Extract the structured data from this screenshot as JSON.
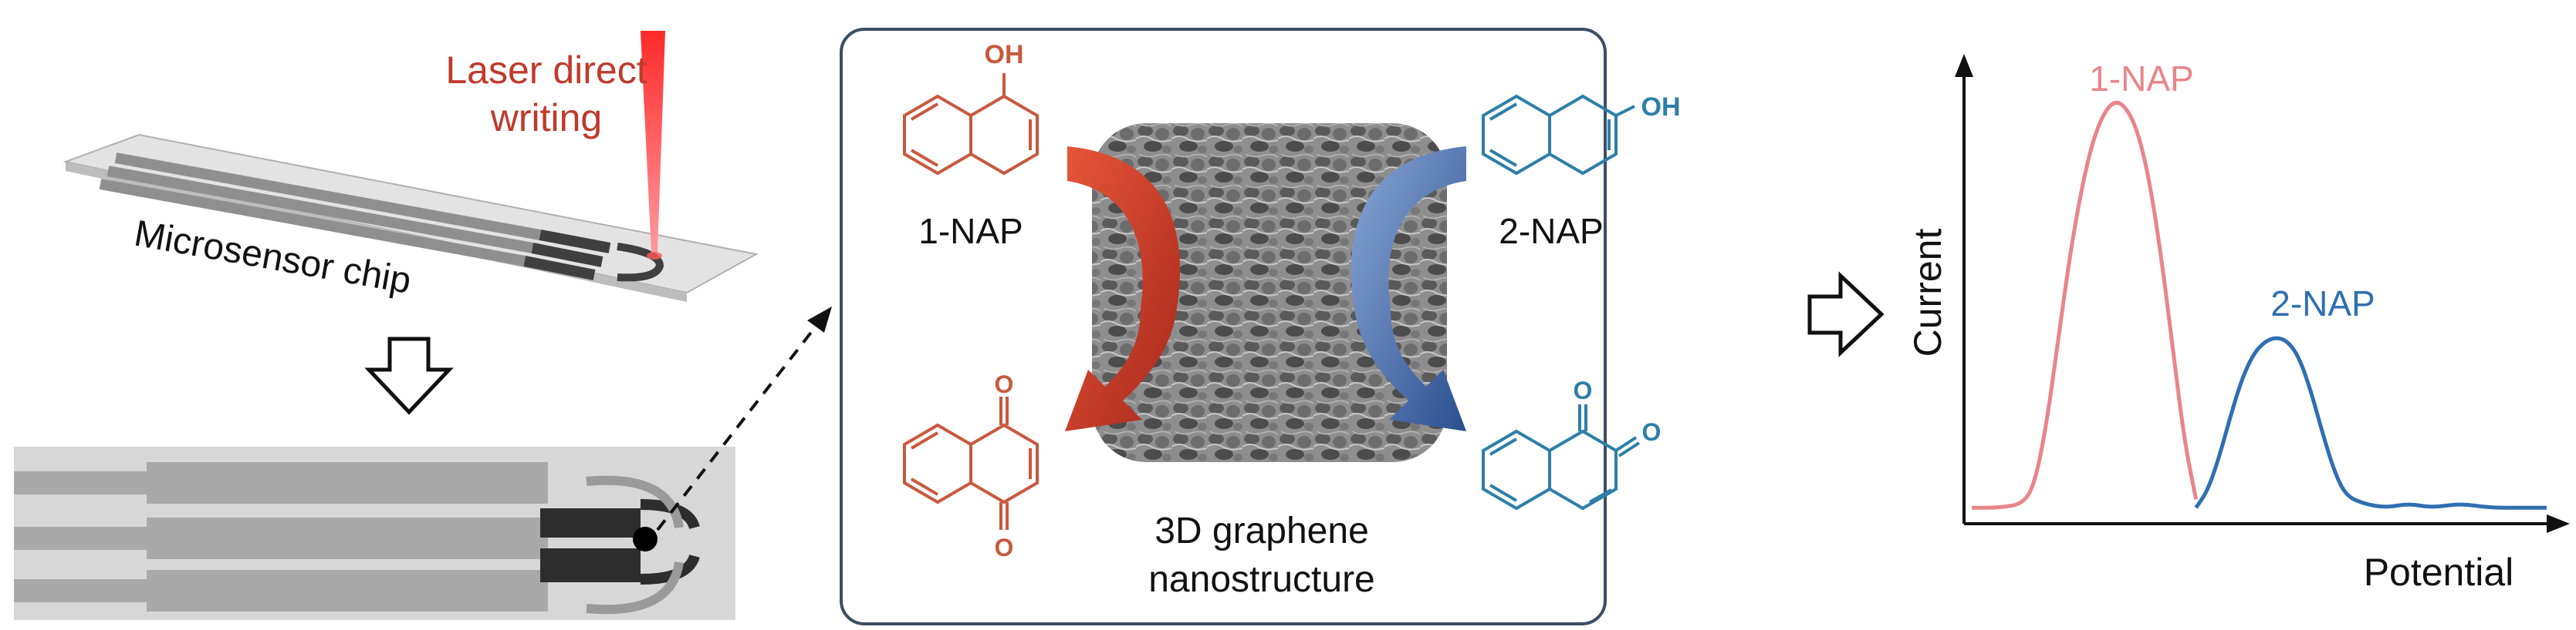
{
  "labels": {
    "laser": [
      "Laser direct",
      "writing"
    ],
    "chip": "Microsensor chip",
    "nap1": "1-NAP",
    "nap2": "2-NAP",
    "oh1": "OH",
    "oh2": "OH",
    "o": "O",
    "graphene": [
      "3D graphene",
      "nanostructure"
    ]
  },
  "colors": {
    "red": "#c0392b",
    "laser": "#e0303a",
    "blue": "#2e6aa8",
    "pink": "#e8858a",
    "curveBlue": "#2f6fb0",
    "orange": "#c8593e",
    "teal": "#2c7fa8",
    "box": "#3c4e63"
  },
  "chart_data": {
    "type": "line",
    "xlabel": "Potential",
    "ylabel": "Current",
    "x": [
      0,
      0.03,
      0.06,
      0.09,
      0.12,
      0.15,
      0.18,
      0.21,
      0.24,
      0.27,
      0.3,
      0.33,
      0.36,
      0.39,
      0.42,
      0.45,
      0.48,
      0.51,
      0.54,
      0.57,
      0.6,
      0.63,
      0.66,
      0.69,
      0.72,
      0.75,
      0.78,
      0.81,
      0.84,
      0.87,
      0.9,
      0.93,
      0.96,
      1.0
    ],
    "series": [
      {
        "name": "1-NAP",
        "color": "#e8858a",
        "points": [
          [
            0,
            0.02
          ],
          [
            0.05,
            0.02
          ],
          [
            0.09,
            0.03
          ],
          [
            0.11,
            0.08
          ],
          [
            0.13,
            0.22
          ],
          [
            0.15,
            0.42
          ],
          [
            0.17,
            0.62
          ],
          [
            0.19,
            0.78
          ],
          [
            0.21,
            0.9
          ],
          [
            0.23,
            0.97
          ],
          [
            0.25,
            1.0
          ],
          [
            0.27,
            0.98
          ],
          [
            0.29,
            0.92
          ],
          [
            0.31,
            0.8
          ],
          [
            0.33,
            0.62
          ],
          [
            0.35,
            0.4
          ],
          [
            0.37,
            0.18
          ],
          [
            0.39,
            0.04
          ]
        ]
      },
      {
        "name": "2-NAP",
        "color": "#2f6fb0",
        "points": [
          [
            0.39,
            0.02
          ],
          [
            0.41,
            0.06
          ],
          [
            0.43,
            0.14
          ],
          [
            0.45,
            0.24
          ],
          [
            0.47,
            0.33
          ],
          [
            0.49,
            0.39
          ],
          [
            0.51,
            0.42
          ],
          [
            0.53,
            0.43
          ],
          [
            0.55,
            0.42
          ],
          [
            0.57,
            0.38
          ],
          [
            0.59,
            0.3
          ],
          [
            0.61,
            0.2
          ],
          [
            0.63,
            0.11
          ],
          [
            0.65,
            0.05
          ],
          [
            0.68,
            0.03
          ],
          [
            0.72,
            0.02
          ],
          [
            0.76,
            0.03
          ],
          [
            0.8,
            0.02
          ],
          [
            0.85,
            0.03
          ],
          [
            0.9,
            0.02
          ],
          [
            0.95,
            0.02
          ],
          [
            1.0,
            0.02
          ]
        ]
      }
    ]
  }
}
